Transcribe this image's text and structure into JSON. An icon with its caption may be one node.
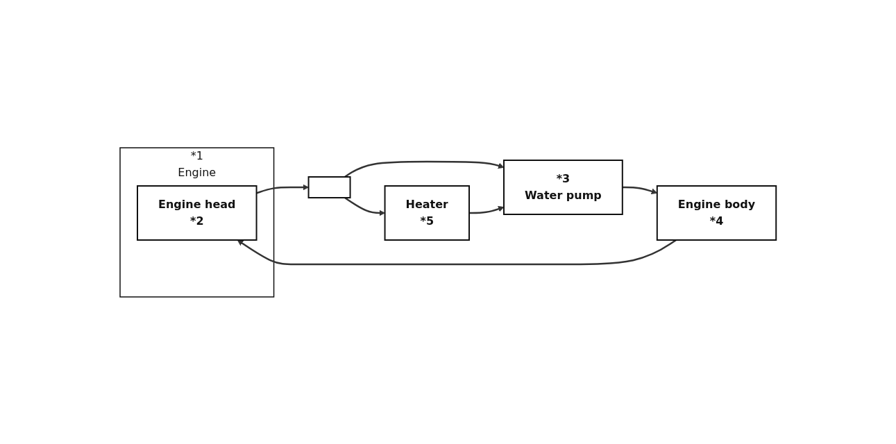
{
  "diagram": {
    "nodes": [
      {
        "text": [
          "*1",
          "Engine"
        ]
      },
      {
        "text": [
          "Engine head",
          "*2"
        ],
        "in": 0
      },
      {
        "text": [
          "*3",
          "Water pump"
        ]
      },
      {
        "text": [
          "Engine body",
          "*4"
        ]
      },
      {
        "text": [],
        "shape": "box"
      },
      {
        "text": [
          "Heater",
          "*5"
        ]
      }
    ],
    "edges": [
      {
        "from": 2,
        "to": 3,
        "arrow": "to"
      },
      {
        "from": 3,
        "to": 1,
        "arrow": "to"
      },
      {
        "from": 1,
        "to": 4,
        "arrow": "to"
      },
      {
        "from": 4,
        "to": 2,
        "arrow": "to"
      },
      {
        "from": 4,
        "to": 5,
        "arrow": "to"
      },
      {
        "from": 5,
        "to": 2,
        "arrow": "to"
      }
    ]
  }
}
